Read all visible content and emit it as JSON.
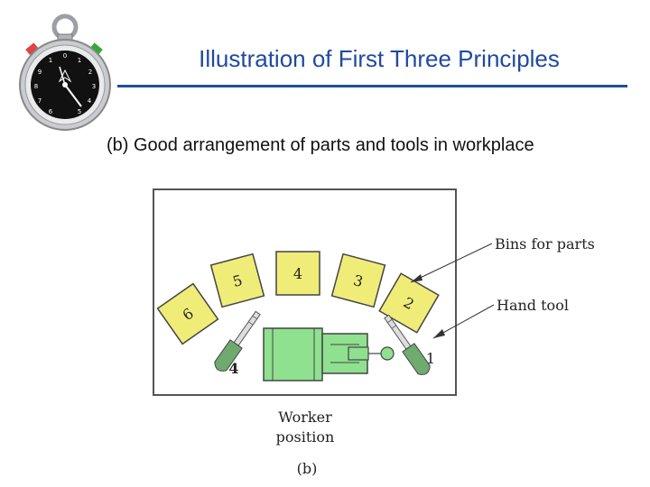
{
  "slide": {
    "title": "Illustration of First Three Principles",
    "subtitle": "(b) Good arrangement of parts and tools in workplace"
  },
  "diagram": {
    "bins": [
      "6",
      "5",
      "4",
      "3",
      "2"
    ],
    "tools": [
      "4",
      "1"
    ],
    "callouts": {
      "bins": "Bins for parts",
      "tool": "Hand tool"
    },
    "worker_label_line1": "Worker",
    "worker_label_line2": "position",
    "caption": "(b)"
  },
  "colors": {
    "title": "#1f4aa0",
    "rule": "#1d4f96",
    "bin_fill": "#f0ec78",
    "fixture_fill": "#8fe08f",
    "tool_grip": "#6faa6f"
  },
  "icons": {
    "stopwatch": "stopwatch-icon"
  }
}
